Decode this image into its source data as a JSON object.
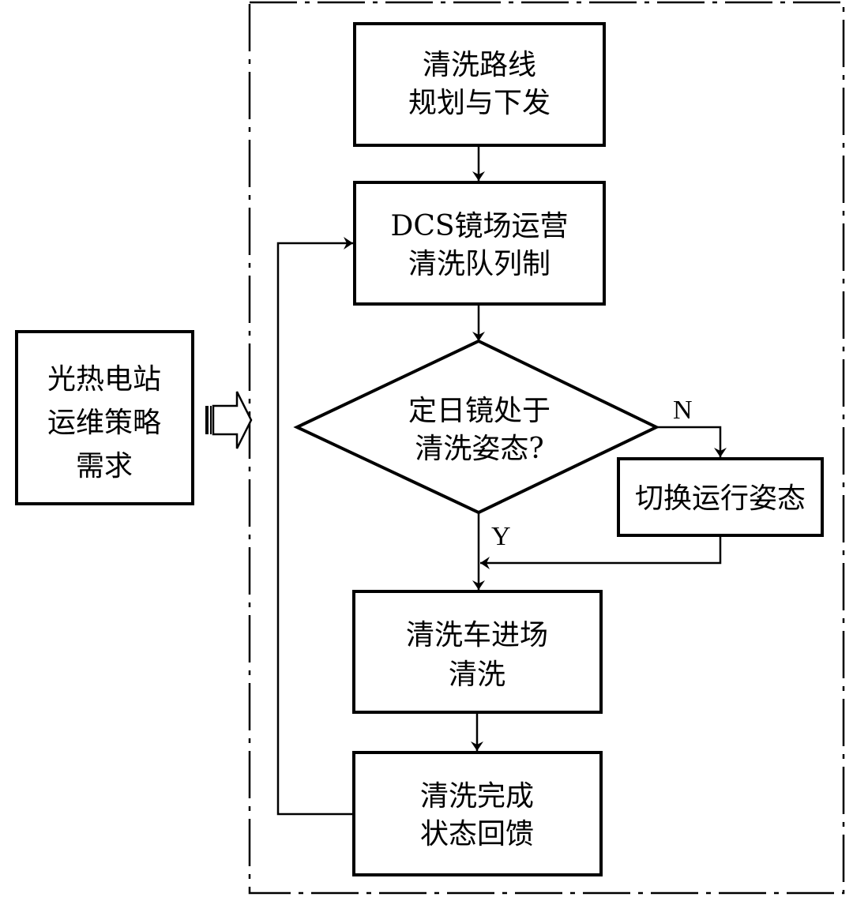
{
  "diagram": {
    "type": "flowchart",
    "input": {
      "lines": [
        "光热电站",
        "运维策略",
        "需求"
      ]
    },
    "nodes": {
      "route_planning": {
        "lines": [
          "清洗路线",
          "规划与下发"
        ]
      },
      "dcs_queue": {
        "lines": [
          "DCS镜场运营",
          "清洗队列制"
        ]
      },
      "decision": {
        "lines": [
          "定日镜处于",
          "清洗姿态?"
        ]
      },
      "switch_posture": {
        "lines": [
          "切换运行姿态"
        ]
      },
      "vehicle_clean": {
        "lines": [
          "清洗车进场",
          "清洗"
        ]
      },
      "feedback": {
        "lines": [
          "清洗完成",
          "状态回馈"
        ]
      }
    },
    "edge_labels": {
      "no": "N",
      "yes": "Y"
    },
    "edges": [
      {
        "from": "input",
        "to": "system-frame",
        "style": "hollow-arrow"
      },
      {
        "from": "route_planning",
        "to": "dcs_queue"
      },
      {
        "from": "dcs_queue",
        "to": "decision"
      },
      {
        "from": "decision",
        "to": "switch_posture",
        "label": "N"
      },
      {
        "from": "decision",
        "to": "vehicle_clean",
        "label": "Y"
      },
      {
        "from": "switch_posture",
        "to": "vehicle_clean"
      },
      {
        "from": "vehicle_clean",
        "to": "feedback"
      },
      {
        "from": "feedback",
        "to": "dcs_queue"
      }
    ]
  }
}
